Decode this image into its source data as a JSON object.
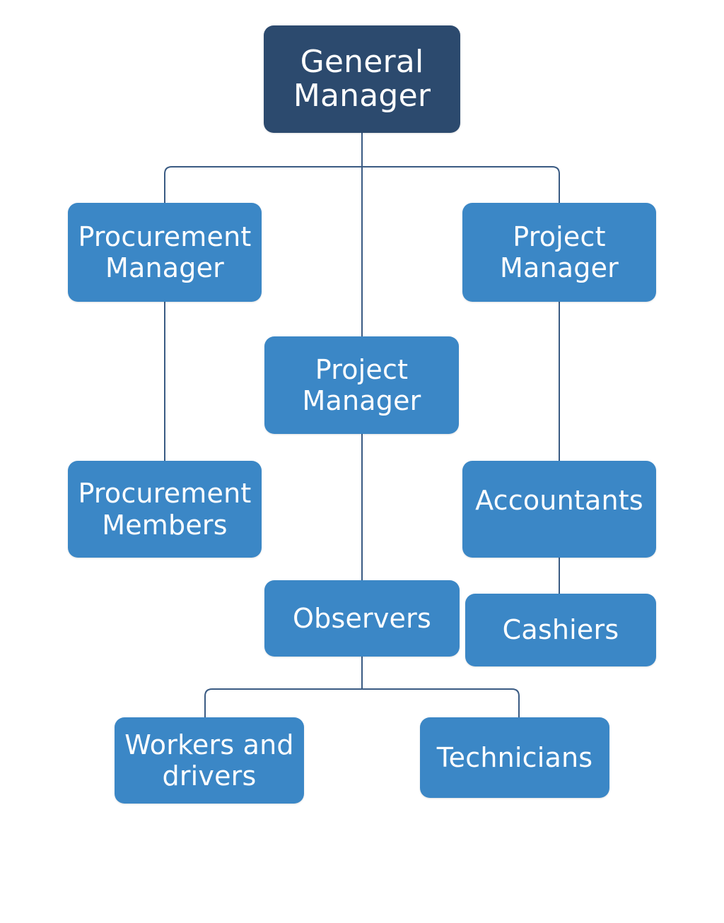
{
  "colors": {
    "root_fill": "#2c4a6e",
    "node_fill": "#3b87c6",
    "connector": "#3a5b83"
  },
  "nodes": {
    "general_manager": {
      "label": "General Manager"
    },
    "procurement_manager": {
      "label": "Procurement Manager"
    },
    "project_manager_right": {
      "label": "Project Manager"
    },
    "project_manager_center": {
      "label": "Project Manager"
    },
    "procurement_members": {
      "label": "Procurement Members"
    },
    "accountants": {
      "label": "Accountants"
    },
    "observers": {
      "label": "Observers"
    },
    "cashiers": {
      "label": "Cashiers"
    },
    "workers_and_drivers": {
      "label": "Workers and drivers"
    },
    "technicians": {
      "label": "Technicians"
    }
  }
}
